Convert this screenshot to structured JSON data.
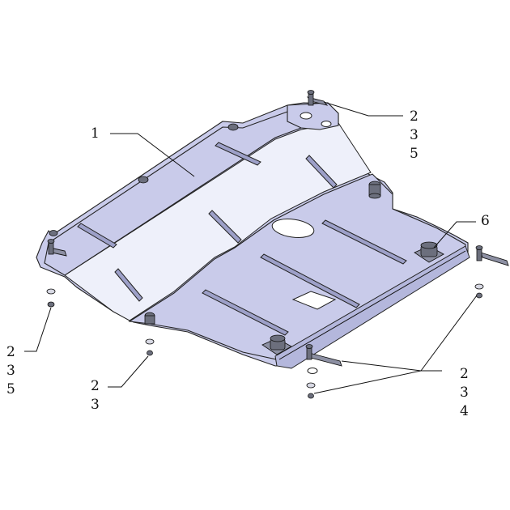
{
  "diagram": {
    "labels": {
      "part_1": "1",
      "top_right": [
        "2",
        "3",
        "5"
      ],
      "left": [
        "2",
        "3",
        "5"
      ],
      "bottom_center": [
        "2",
        "3"
      ],
      "bottom_right": [
        "2",
        "3",
        "4"
      ],
      "part_6": "6"
    },
    "colors": {
      "plate": "#c9cbea",
      "plate_highlight": "#eef0fa",
      "slot": "#9da0c8",
      "hardware": "#6c6f7d",
      "line": "#222222"
    },
    "icons": [
      "bolt-icon",
      "washer-icon",
      "nut-icon",
      "rubber-mount-icon",
      "bracket-icon"
    ]
  }
}
